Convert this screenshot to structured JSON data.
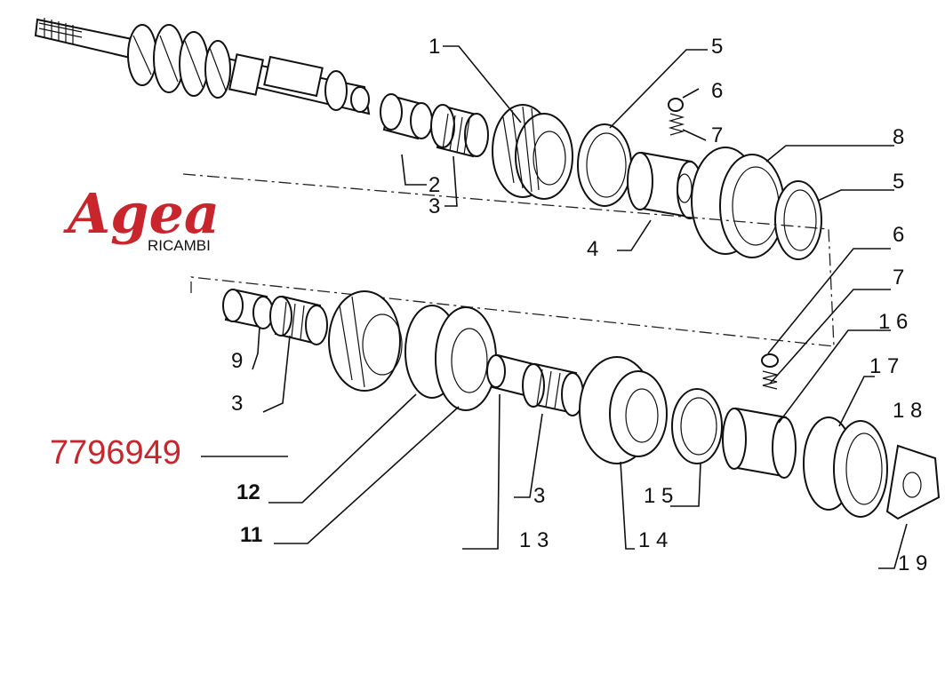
{
  "brand": {
    "name": "Agea",
    "subtitle": "RICAMBI",
    "color": "#c8262c"
  },
  "part_number": "7796949",
  "callouts": [
    "1",
    "2",
    "3",
    "4",
    "5",
    "6",
    "7",
    "8",
    "9",
    "11",
    "12",
    "13",
    "14",
    "15",
    "16",
    "17",
    "18",
    "19"
  ],
  "labels": {
    "l1": "1",
    "l2": "2",
    "l3a": "3",
    "l4": "4",
    "l5a": "5",
    "l6a": "6",
    "l7a": "7",
    "l8": "8",
    "l5b": "5",
    "l6b": "6",
    "l7b": "7",
    "l9": "9",
    "l3b": "3",
    "l16": "1 6",
    "l17": "1 7",
    "l18": "1 8",
    "l12": "12",
    "l11": "11",
    "l3c": "3",
    "l13": "1 3",
    "l14": "1 4",
    "l15": "1 5",
    "l19": "1 9"
  }
}
